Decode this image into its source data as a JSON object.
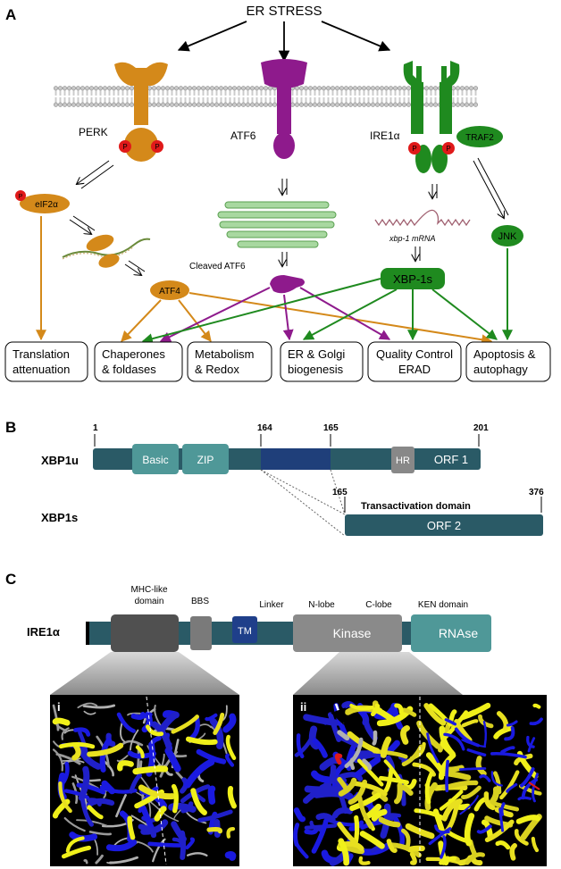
{
  "panelA": {
    "letter": "A",
    "stress": "ER STRESS",
    "sensors": {
      "perk": "PERK",
      "atf6": "ATF6",
      "ire1": "IRE1α",
      "traf2": "TRAF2",
      "p": "P"
    },
    "eif2a": "eIF2α",
    "atf4": "ATF4",
    "cleaved_atf6": "Cleaved ATF6",
    "xbp1_mrna": "xbp-1 mRNA",
    "xbp1s": "XBP-1s",
    "jnk": "JNK",
    "outcomes": [
      {
        "line1": "Translation",
        "line2": "attenuation"
      },
      {
        "line1": "Chaperones",
        "line2": "& foldases"
      },
      {
        "line1": "Metabolism",
        "line2": "& Redox"
      },
      {
        "line1": "ER & Golgi",
        "line2": "biogenesis"
      },
      {
        "line1": "Quality Control",
        "line2": "ERAD"
      },
      {
        "line1": "Apoptosis &",
        "line2": "autophagy"
      }
    ],
    "colors": {
      "perk": "#d4891a",
      "atf6": "#8e1a8c",
      "ire1": "#1f8a1f",
      "p": "#e01a1a"
    }
  },
  "panelB": {
    "letter": "B",
    "xbp1u": {
      "name": "XBP1u",
      "start": "1",
      "n164": "164",
      "n165": "165",
      "end": "201",
      "basic": "Basic",
      "zip": "ZIP",
      "hr": "HR",
      "orf": "ORF 1"
    },
    "xbp1s": {
      "name": "XBP1s",
      "start": "165",
      "end": "376",
      "domain": "Transactivation domain",
      "orf": "ORF 2"
    },
    "colors": {
      "bar": "#2a5a66",
      "domain": "#4f9898",
      "dark": "#1f3f7a",
      "hr": "#888888"
    }
  },
  "panelC": {
    "letter": "C",
    "name": "IRE1α",
    "mhc_line1": "MHC-like",
    "mhc_line2": "domain",
    "bbs": "BBS",
    "tm": "TM",
    "linker": "Linker",
    "nlobe": "N-lobe",
    "clobe": "C-lobe",
    "ken": "KEN domain",
    "kinase": "Kinase",
    "rnase": "RNAse",
    "structure_i": "i",
    "structure_ii": "ii"
  }
}
